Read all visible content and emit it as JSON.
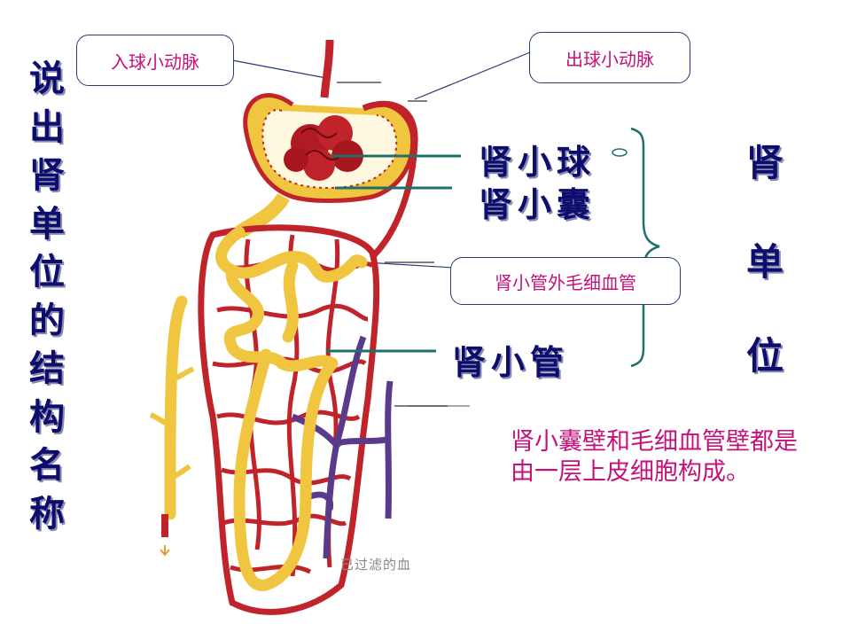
{
  "title_chars": [
    "说",
    "出",
    "肾",
    "单",
    "位",
    "的",
    "结",
    "构",
    "名",
    "称"
  ],
  "callouts": {
    "afferent": "入球小动脉",
    "efferent": "出球小动脉",
    "capillary": "肾小管外毛细血管"
  },
  "labels": {
    "glomerulus": "肾小球",
    "capsule": "肾小囊",
    "tubule": "肾小管"
  },
  "nephron_chars": [
    "肾",
    "单",
    "位"
  ],
  "note": "肾小囊壁和毛细血管壁都是由一层上皮细胞构成。",
  "caption": "已过滤的血",
  "colors": {
    "artery_red": "#c0242a",
    "tubule_yellow": "#f0c640",
    "vein_purple": "#5a3a8a",
    "text_navy": "#0d0d6e",
    "text_magenta": "#c4127a",
    "pointer_teal": "#1f6f6a"
  }
}
